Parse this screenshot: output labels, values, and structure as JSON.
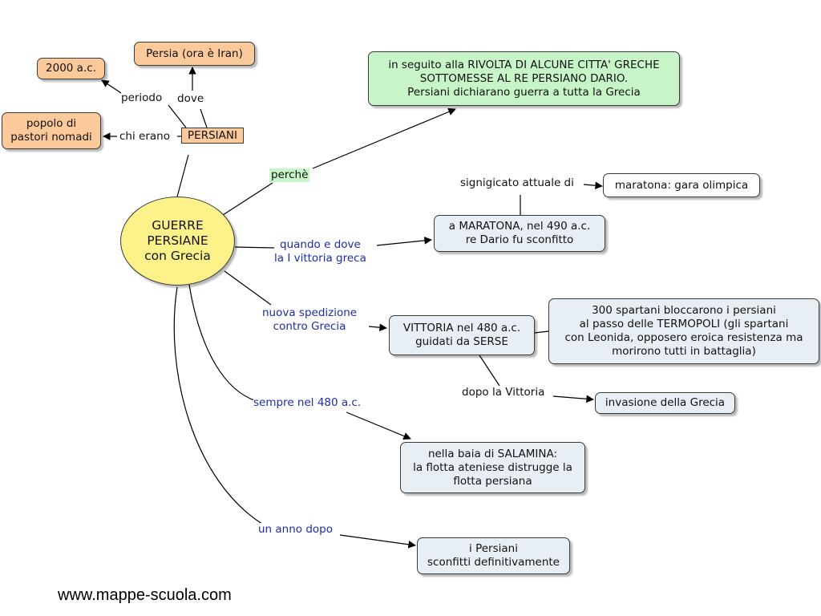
{
  "main_concept": "GUERRE\nPERSIANE\ncon Grecia",
  "persiani": "PERSIANI",
  "nodes": {
    "year_2000": "2000 a.c.",
    "persia": "Persia (ora è Iran)",
    "popolo": "popolo di\npastori nomadi",
    "rivolta": "in seguito alla RIVOLTA DI ALCUNE CITTA' GRECHE\nSOTTOMESSE AL RE PERSIANO DARIO.\nPersiani dichiarano guerra a tutta la Grecia",
    "maratona_gara": "maratona: gara olimpica",
    "maratona": "a MARATONA, nel 490 a.c.\nre Dario fu sconfitto",
    "termopoli": "300 spartani bloccarono i persiani\nal passo delle TERMOPOLI (gli spartani\ncon Leonida, opposero eroica resistenza ma\nmorirono tutti in battaglia)",
    "vittoria": "VITTORIA nel 480 a.c.\nguidati da SERSE",
    "invasione": "invasione della Grecia",
    "salamina": "nella baia di SALAMINA:\nla flotta ateniese distrugge la\nflotta persiana",
    "sconfitti": "i Persiani\nsconfitti definitivamente"
  },
  "links": {
    "periodo": "periodo",
    "dove": "dove",
    "chi_erano": "chi erano",
    "perche": "perchè",
    "signigicato": "signigicato attuale di",
    "quando_dove": "quando e dove\nla I vittoria greca",
    "nuova_spedizione": "nuova spedizione\ncontro Grecia",
    "dopo_vittoria": "dopo la Vittoria",
    "sempre_480": "sempre nel 480 a.c.",
    "anno_dopo": "un anno dopo"
  },
  "footer": "www.mappe-scuola.com",
  "colors": {
    "orange_node": "#fbc99a",
    "green_node": "#c8f5c8",
    "blue_node": "#e8eff4",
    "main_concept": "#fdf28a",
    "link_label_blue": "#1a2cab"
  }
}
